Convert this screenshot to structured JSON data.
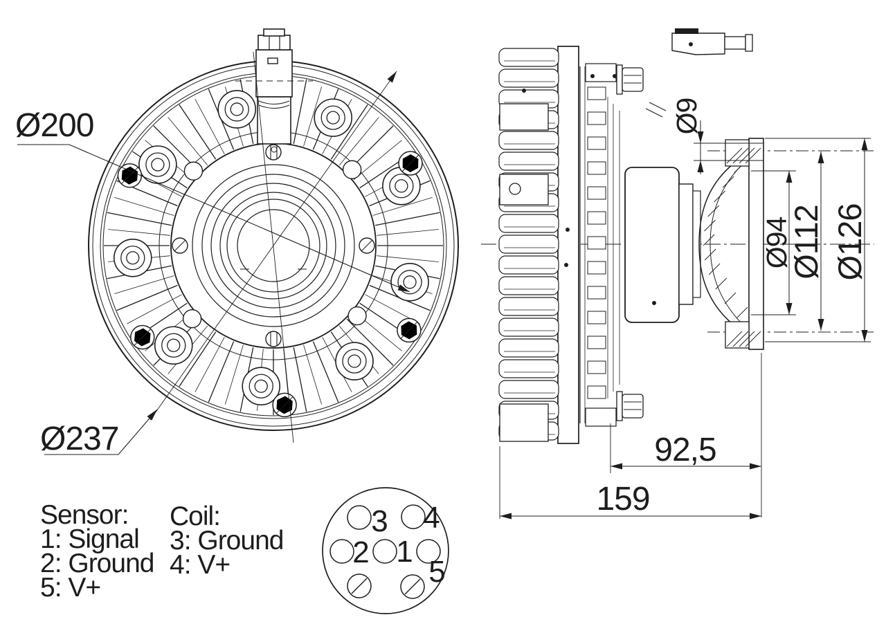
{
  "drawing_title": "fan-clutch-technical-drawing",
  "colors": {
    "ink": "#1d1d1d",
    "paper": "#ffffff"
  },
  "front_view": {
    "dim_bolt_circle": "Ø200",
    "dim_outer": "Ø237"
  },
  "side_view": {
    "dim_hole": "Ø9",
    "dim_inner": "Ø94",
    "dim_mid": "Ø112",
    "dim_flange": "Ø126",
    "dim_offset": "92,5",
    "dim_total_length": "159"
  },
  "legend": {
    "sensor_title": "Sensor:",
    "sensor_items": [
      "1: Signal",
      "2: Ground",
      "5: V+"
    ],
    "coil_title": "Coil:",
    "coil_items": [
      "3: Ground",
      "4: V+"
    ]
  },
  "pinout": {
    "pin1": "1",
    "pin2": "2",
    "pin3": "3",
    "pin4": "4",
    "pin5": "5"
  }
}
